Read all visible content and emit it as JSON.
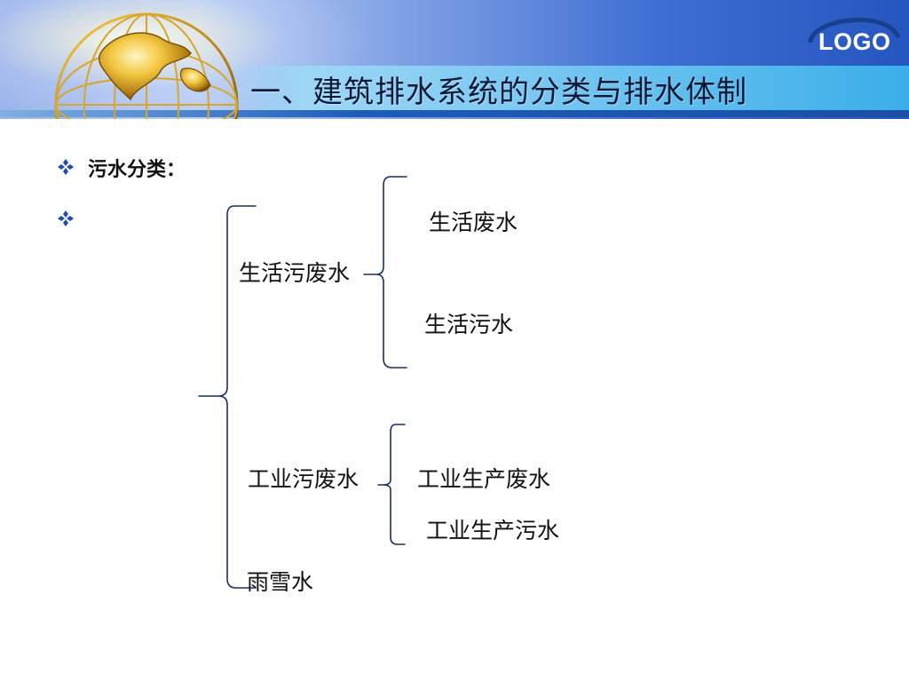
{
  "header": {
    "title": "一、建筑排水系统的分类与排水体制",
    "logo_text": "LOGO",
    "globe_icon": "globe-icon"
  },
  "content": {
    "bullets": [
      {
        "icon": "diamond-bullet-icon",
        "text": "污水分类："
      },
      {
        "icon": "diamond-bullet-icon",
        "text": ""
      }
    ],
    "tree": {
      "category_a": "生活污废水",
      "category_a_children": [
        "生活废水",
        "生活污水"
      ],
      "category_b": "工业污废水",
      "category_b_children": [
        "工业生产废水",
        "工业生产污水"
      ],
      "category_c": "雨雪水"
    }
  },
  "colors": {
    "header_blue": "#2555be",
    "title_band": "#6ec3f0",
    "bullet_blue": "#1f4fa8",
    "bracket": "#1c2f5e"
  }
}
